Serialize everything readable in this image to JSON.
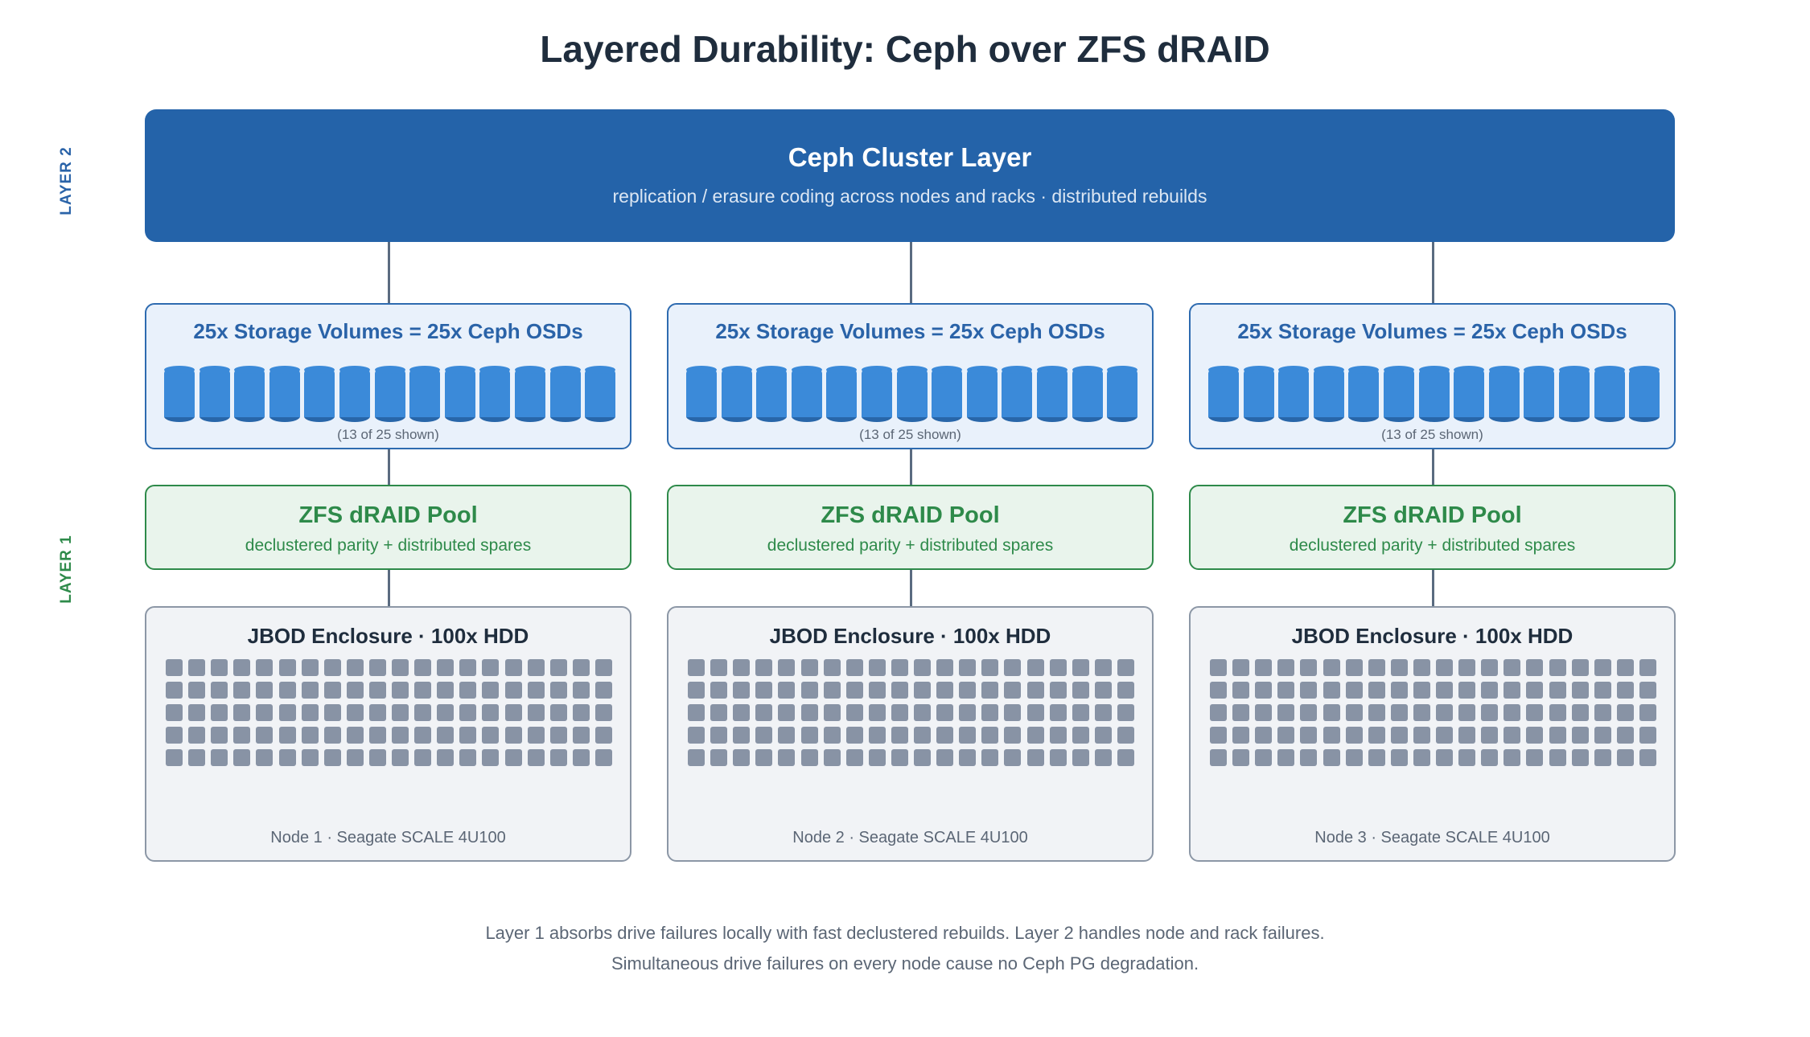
{
  "title": "Layered Durability: Ceph over ZFS dRAID",
  "side_labels": {
    "layer2": "LAYER 2",
    "layer1": "LAYER 1"
  },
  "ceph": {
    "title": "Ceph Cluster Layer",
    "subtitle": "replication / erasure coding across nodes and racks · distributed rebuilds"
  },
  "nodes": [
    {
      "osd_title": "25x Storage Volumes = 25x Ceph OSDs",
      "osd_note": "(13 of 25 shown)",
      "osd_shown": 13,
      "zfs_title": "ZFS dRAID Pool",
      "zfs_subtitle": "declustered parity + distributed spares",
      "jbod_title": "JBOD Enclosure · 100x HDD",
      "hdd_count": 100,
      "jbod_footer": "Node 1 · Seagate SCALE 4U100"
    },
    {
      "osd_title": "25x Storage Volumes = 25x Ceph OSDs",
      "osd_note": "(13 of 25 shown)",
      "osd_shown": 13,
      "zfs_title": "ZFS dRAID Pool",
      "zfs_subtitle": "declustered parity + distributed spares",
      "jbod_title": "JBOD Enclosure · 100x HDD",
      "hdd_count": 100,
      "jbod_footer": "Node 2 · Seagate SCALE 4U100"
    },
    {
      "osd_title": "25x Storage Volumes = 25x Ceph OSDs",
      "osd_note": "(13 of 25 shown)",
      "osd_shown": 13,
      "zfs_title": "ZFS dRAID Pool",
      "zfs_subtitle": "declustered parity + distributed spares",
      "jbod_title": "JBOD Enclosure · 100x HDD",
      "hdd_count": 100,
      "jbod_footer": "Node 3 · Seagate SCALE 4U100"
    }
  ],
  "footer": {
    "line1": "Layer 1 absorbs drive failures locally with fast declustered rebuilds. Layer 2 handles node and rack failures.",
    "line2": "Simultaneous drive failures on every node cause no Ceph PG degradation."
  },
  "colors": {
    "ceph_blue": "#2463a9",
    "osd_blue": "#3b8ad9",
    "zfs_green": "#2e8a4a",
    "hdd_gray": "#8893a5"
  }
}
